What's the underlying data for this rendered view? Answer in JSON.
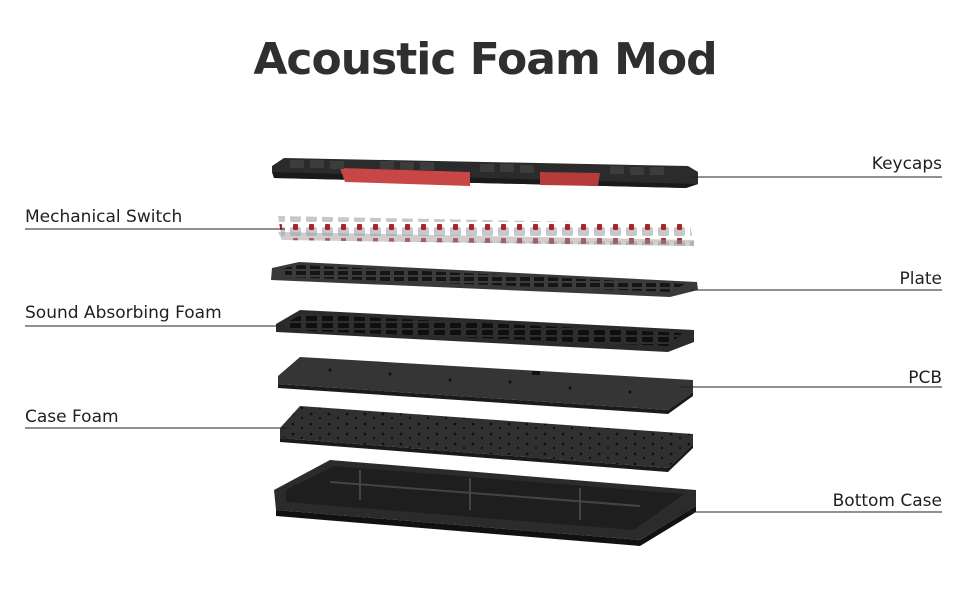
{
  "title": "Acoustic Foam Mod",
  "labels": {
    "keycaps": "Keycaps",
    "mechanical_switch": "Mechanical Switch",
    "plate": "Plate",
    "sound_absorbing_foam": "Sound Absorbing Foam",
    "pcb": "PCB",
    "case_foam": "Case Foam",
    "bottom_case": "Bottom Case"
  },
  "colors": {
    "layer_dark": "#2a2a2a",
    "layer_mid": "#3a3a3a",
    "accent_red": "#c73a3a",
    "leader_line": "#222222"
  }
}
